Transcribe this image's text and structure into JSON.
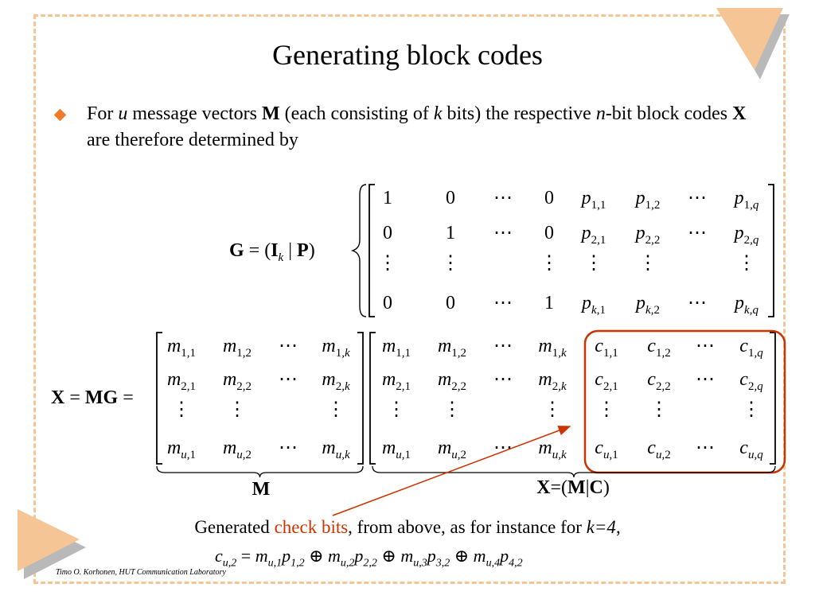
{
  "slide": {
    "title": "Generating block codes",
    "bullet": {
      "t1": "For ",
      "u": "u",
      "t2": " message vectors ",
      "M": "M",
      "t3": " (each consisting of ",
      "k": "k",
      "t4": " bits) the respective ",
      "n": "n",
      "t5": "-bit block codes ",
      "X": "X",
      "t6": " are therefore determined by"
    },
    "g_label": "G = (I",
    "g_sub": "k",
    "g_bar": " | ",
    "g_p": "P",
    "g_close": ")",
    "x_label": "X = MG =",
    "brace_m_label": "M",
    "brace_x_label": "X=(M|C)",
    "generated": {
      "t1": "Generated ",
      "check": "check bits",
      "t2": ", from above, as for instance for ",
      "k4": "k=4",
      "t3": ","
    },
    "cu2_lhs": "c",
    "cu2_lhs_sub": "u,2",
    "cu2_terms": [
      {
        "m": "m",
        "msub": "u,1",
        "p": "p",
        "psub": "1,2"
      },
      {
        "m": "m",
        "msub": "u,2",
        "p": "p",
        "psub": "2,2"
      },
      {
        "m": "m",
        "msub": "u,3",
        "p": "p",
        "psub": "3,2"
      },
      {
        "m": "m",
        "msub": "u,4",
        "p": "p",
        "psub": "4,2"
      }
    ],
    "xor_symbol": "⊕",
    "equals": "=",
    "footer": "Timo O. Korhonen, HUT Communication Laboratory"
  },
  "matrix_g": [
    [
      {
        "b": "1"
      },
      {
        "b": "0"
      },
      {
        "b": "⋯"
      },
      {
        "b": "0"
      },
      {
        "b": "p",
        "s": "1,1"
      },
      {
        "b": "p",
        "s": "1,2"
      },
      {
        "b": "⋯"
      },
      {
        "b": "p",
        "s": "1,q"
      }
    ],
    [
      {
        "b": "0"
      },
      {
        "b": "1"
      },
      {
        "b": "⋯"
      },
      {
        "b": "0"
      },
      {
        "b": "p",
        "s": "2,1"
      },
      {
        "b": "p",
        "s": "2,2"
      },
      {
        "b": "⋯"
      },
      {
        "b": "p",
        "s": "2,q"
      }
    ],
    [
      {
        "b": "⋮"
      },
      {
        "b": "⋮"
      },
      {
        "b": ""
      },
      {
        "b": "⋮"
      },
      {
        "b": "⋮"
      },
      {
        "b": "⋮"
      },
      {
        "b": ""
      },
      {
        "b": "⋮"
      }
    ],
    [
      {
        "b": "0"
      },
      {
        "b": "0"
      },
      {
        "b": "⋯"
      },
      {
        "b": "1"
      },
      {
        "b": "p",
        "s": "k,1"
      },
      {
        "b": "p",
        "s": "k,2"
      },
      {
        "b": "⋯"
      },
      {
        "b": "p",
        "s": "k,q"
      }
    ]
  ],
  "matrix_m": [
    [
      {
        "b": "m",
        "s": "1,1"
      },
      {
        "b": "m",
        "s": "1,2"
      },
      {
        "b": "⋯"
      },
      {
        "b": "m",
        "s": "1,k"
      }
    ],
    [
      {
        "b": "m",
        "s": "2,1"
      },
      {
        "b": "m",
        "s": "2,2"
      },
      {
        "b": "⋯"
      },
      {
        "b": "m",
        "s": "2,k"
      }
    ],
    [
      {
        "b": "⋮"
      },
      {
        "b": "⋮"
      },
      {
        "b": ""
      },
      {
        "b": "⋮"
      }
    ],
    [
      {
        "b": "m",
        "s": "u,1"
      },
      {
        "b": "m",
        "s": "u,2"
      },
      {
        "b": "⋯"
      },
      {
        "b": "m",
        "s": "u,k"
      }
    ]
  ],
  "matrix_x": [
    [
      {
        "b": "m",
        "s": "1,1"
      },
      {
        "b": "m",
        "s": "1,2"
      },
      {
        "b": "⋯"
      },
      {
        "b": "m",
        "s": "1,k"
      },
      {
        "b": "c",
        "s": "1,1"
      },
      {
        "b": "c",
        "s": "1,2"
      },
      {
        "b": "⋯"
      },
      {
        "b": "c",
        "s": "1,q"
      }
    ],
    [
      {
        "b": "m",
        "s": "2,1"
      },
      {
        "b": "m",
        "s": "2,2"
      },
      {
        "b": "⋯"
      },
      {
        "b": "m",
        "s": "2,k"
      },
      {
        "b": "c",
        "s": "2,1"
      },
      {
        "b": "c",
        "s": "2,2"
      },
      {
        "b": "⋯"
      },
      {
        "b": "c",
        "s": "2,q"
      }
    ],
    [
      {
        "b": "⋮"
      },
      {
        "b": "⋮"
      },
      {
        "b": ""
      },
      {
        "b": "⋮"
      },
      {
        "b": "⋮"
      },
      {
        "b": "⋮"
      },
      {
        "b": ""
      },
      {
        "b": "⋮"
      }
    ],
    [
      {
        "b": "m",
        "s": "u,1"
      },
      {
        "b": "m",
        "s": "u,2"
      },
      {
        "b": "⋯"
      },
      {
        "b": "m",
        "s": "u,k"
      },
      {
        "b": "c",
        "s": "u,1"
      },
      {
        "b": "c",
        "s": "u,2"
      },
      {
        "b": "⋯"
      },
      {
        "b": "c",
        "s": "u,q"
      }
    ]
  ],
  "colors": {
    "border": "#f5c596",
    "triangle": "#f5c596",
    "triangle_shadow": "#b9b9b9",
    "accent_red": "#cc3300",
    "bullet": "#f07a2a"
  }
}
